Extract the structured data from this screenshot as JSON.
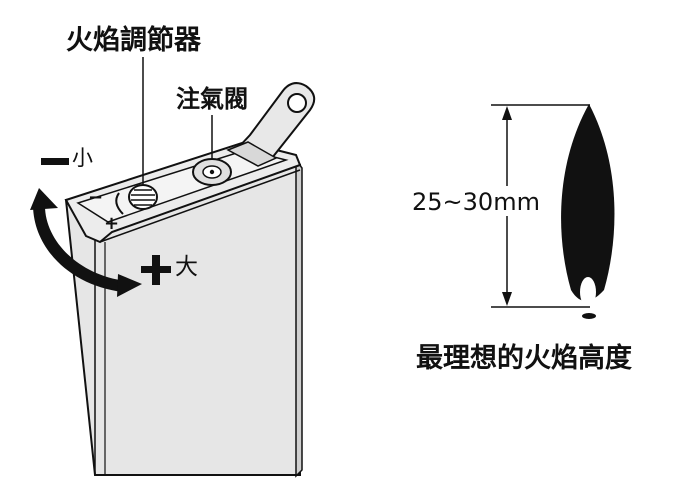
{
  "labels": {
    "flame_regulator": "火焰調節器",
    "gas_valve": "注氣閥",
    "small": "小",
    "large": "大",
    "minus_sign": "−",
    "plus_sign": "+",
    "height_range": "25~30mm",
    "ideal_caption": "最理想的火焰高度"
  },
  "colors": {
    "ink": "#111111",
    "body_fill": "#e6e6e6",
    "body_shade": "#d0d0d0",
    "paper": "#ffffff"
  }
}
